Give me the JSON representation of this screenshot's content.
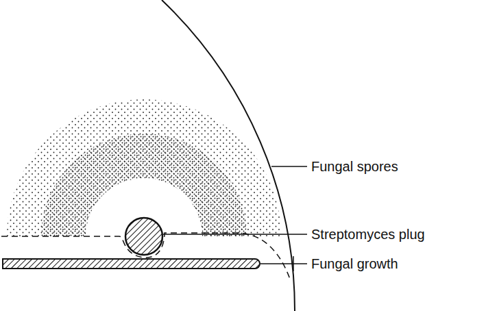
{
  "diagram": {
    "labels": [
      "Fungal spores",
      "Streptomyces plug",
      "Fungal growth"
    ]
  }
}
